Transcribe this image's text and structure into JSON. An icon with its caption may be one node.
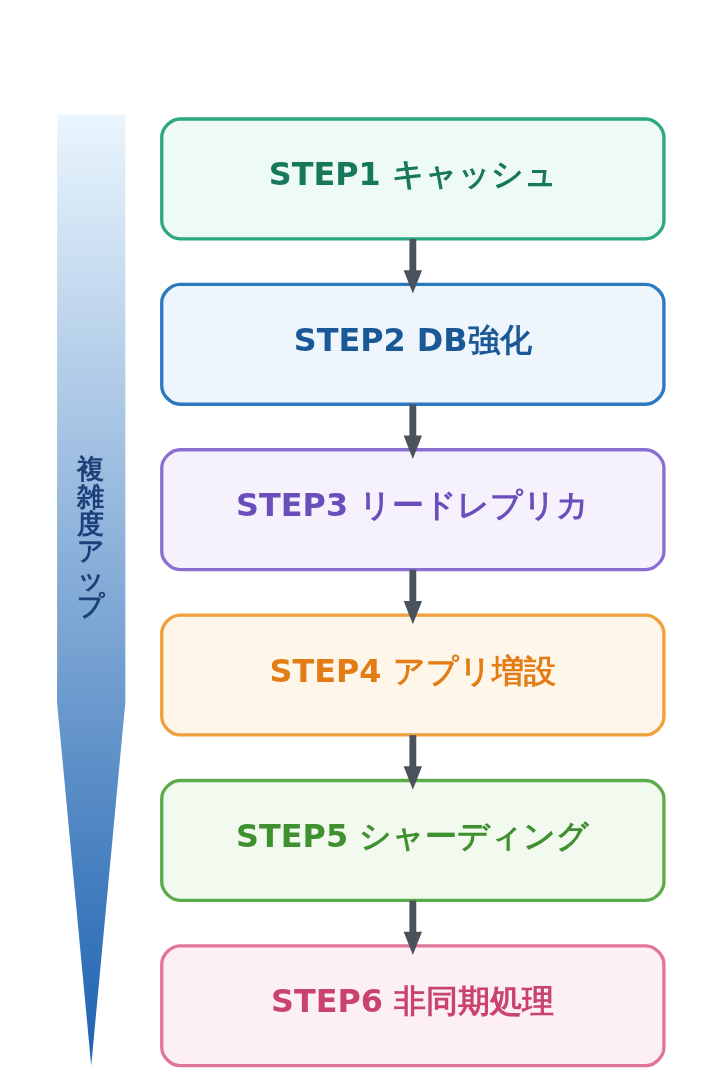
{
  "diagram": {
    "nodes": [
      {
        "text": [
          "複雑度アップ"
        ]
      },
      {
        "text": [
          "STEP1 キャッシュ"
        ]
      },
      {
        "text": [
          "STEP2 DB強化"
        ]
      },
      {
        "text": [
          "STEP3 リードレプリカ"
        ]
      },
      {
        "text": [
          "STEP4 アプリ増設"
        ]
      },
      {
        "text": [
          "STEP5 シャーディング"
        ]
      },
      {
        "text": [
          "STEP6 非同期処理"
        ]
      }
    ],
    "edges": [
      {
        "from": 1,
        "to": 2,
        "arrow": "to"
      },
      {
        "from": 2,
        "to": 3,
        "arrow": "to"
      },
      {
        "from": 3,
        "to": 4,
        "arrow": "to"
      },
      {
        "from": 4,
        "to": 5,
        "arrow": "to"
      },
      {
        "from": 5,
        "to": 6,
        "arrow": "to"
      }
    ]
  }
}
